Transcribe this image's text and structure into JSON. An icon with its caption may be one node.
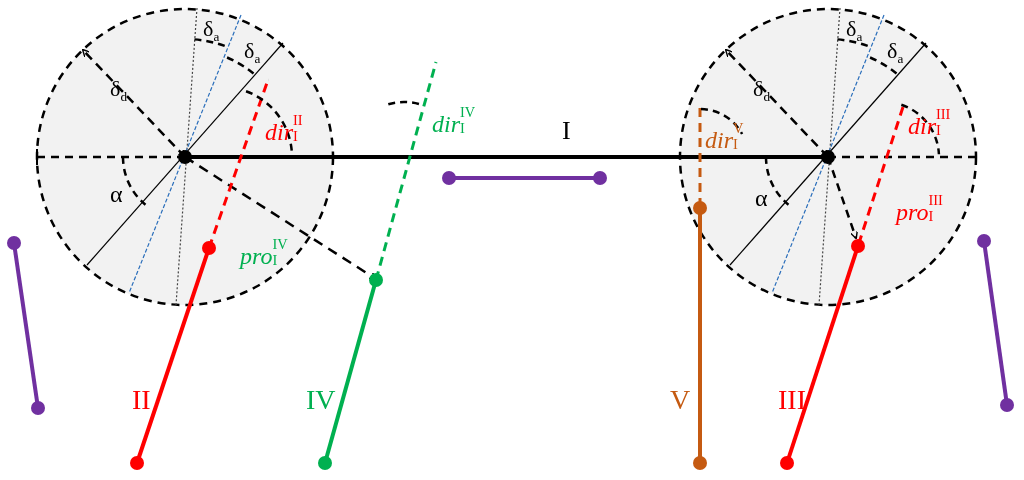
{
  "diagram": {
    "labels": [
      "δ$_{a}$",
      "δ$_{a}$",
      "δ$_{a}$",
      "δ$_{a}$",
      "δ$_{d}$",
      "δ$_{d}$",
      "*dir*$^{II}$$_{I}$",
      "*dir*$^{IV}$$_{I}$",
      "I",
      "*dir*$^{V}$$_{I}$",
      "*dir*$^{III}$$_{I}$",
      "α",
      "α",
      "*pro*$^{IV}$$_{I}$",
      "*pro*$^{III}$$_{I}$",
      "II",
      "IV",
      "V",
      "III"
    ]
  }
}
